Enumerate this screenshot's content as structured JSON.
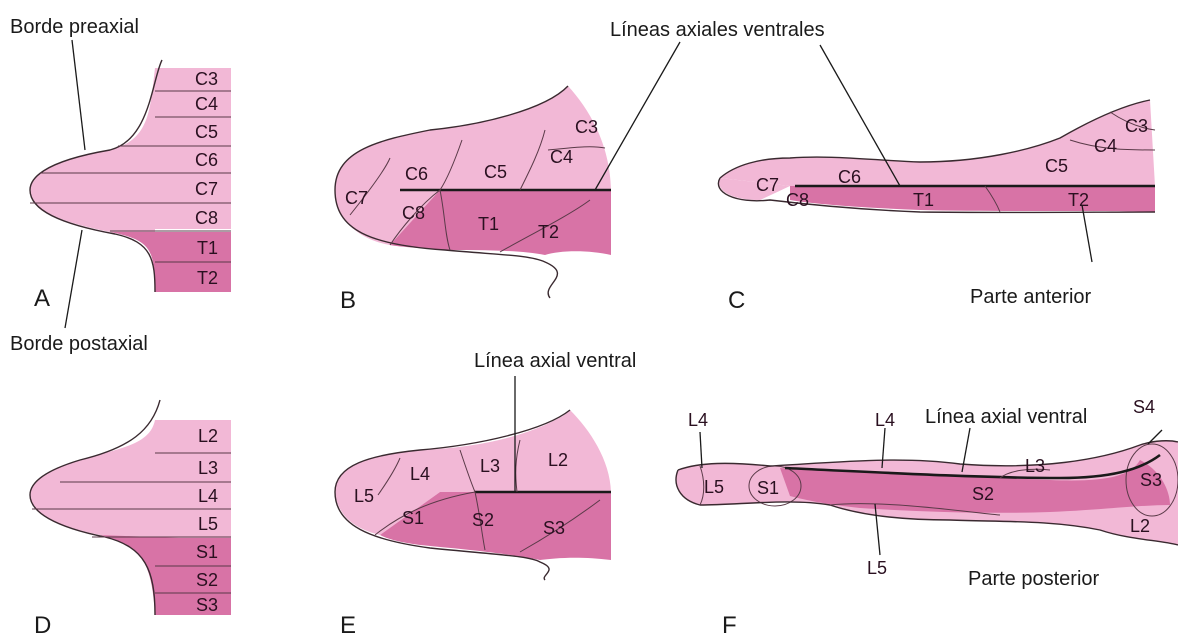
{
  "colors": {
    "light_segment": "#f2b8d6",
    "dark_segment": "#d873a6",
    "outline": "#3a2a30"
  },
  "labels": {
    "borde_preaxial": "Borde preaxial",
    "borde_postaxial": "Borde postaxial",
    "lineas_axiales_ventrales": "Líneas axiales ventrales",
    "parte_anterior": "Parte anterior",
    "linea_axial_ventral_e": "Línea axial ventral",
    "linea_axial_ventral_f": "Línea axial ventral",
    "parte_posterior": "Parte posterior"
  },
  "panels": {
    "A": {
      "letter": "A",
      "segments": [
        "C3",
        "C4",
        "C5",
        "C6",
        "C7",
        "C8",
        "T1",
        "T2"
      ]
    },
    "B": {
      "letter": "B",
      "segments": [
        "C3",
        "C4",
        "C5",
        "C6",
        "C7",
        "C8",
        "T1",
        "T2"
      ]
    },
    "C": {
      "letter": "C",
      "segments": [
        "C3",
        "C4",
        "C5",
        "C6",
        "C7",
        "C8",
        "T1",
        "T2"
      ]
    },
    "D": {
      "letter": "D",
      "segments": [
        "L2",
        "L3",
        "L4",
        "L5",
        "S1",
        "S2",
        "S3"
      ]
    },
    "E": {
      "letter": "E",
      "segments": [
        "L2",
        "L3",
        "L4",
        "L5",
        "S1",
        "S2",
        "S3"
      ]
    },
    "F": {
      "letter": "F",
      "segments": [
        "L4",
        "L4",
        "L5",
        "S1",
        "L5",
        "L3",
        "S2",
        "S3",
        "S4",
        "L2"
      ]
    }
  }
}
